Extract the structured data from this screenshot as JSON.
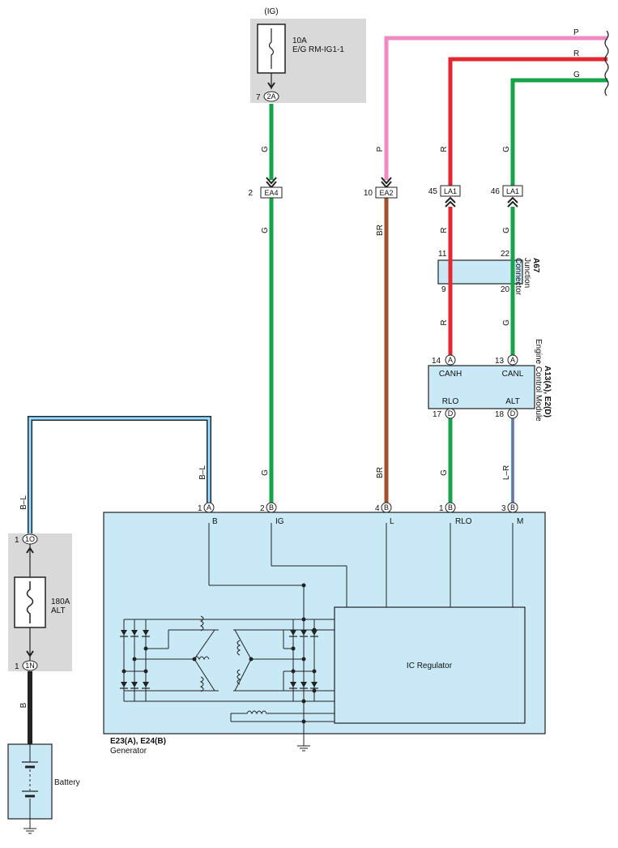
{
  "fuse_ig": {
    "group": "(IG)",
    "rating": "10A",
    "name": "E/G RM-IG1-1",
    "pin": "7",
    "connector": "2A"
  },
  "connectors": {
    "ea4": {
      "pin": "2",
      "code": "EA4"
    },
    "ea2": {
      "pin": "10",
      "code": "EA2"
    },
    "la1_r": {
      "pin": "45",
      "code": "LA1"
    },
    "la1_g": {
      "pin": "46",
      "code": "LA1"
    }
  },
  "wires": {
    "p": "P",
    "r": "R",
    "g": "G",
    "br": "BR",
    "bl": "B–L",
    "lr": "L–R",
    "b": "B"
  },
  "junction": {
    "code": "A67",
    "name1": "Junction",
    "name2": "Connector",
    "pins": [
      "11",
      "22",
      "9",
      "20"
    ]
  },
  "ecm": {
    "code": "A13(A), E2(D)",
    "name": "Engine Control Module",
    "canh": "CANH",
    "canl": "CANL",
    "rlo": "RLO",
    "alt": "ALT",
    "pin_canh": "14",
    "pin_canl": "13",
    "pin_rlo": "17",
    "pin_alt": "18",
    "c_a": "A",
    "c_d": "D"
  },
  "generator": {
    "code": "E23(A), E24(B)",
    "name": "Generator",
    "regulator": "IC Regulator",
    "terminals": [
      {
        "pin": "1",
        "conn": "A",
        "label": "B"
      },
      {
        "pin": "2",
        "conn": "B",
        "label": "IG"
      },
      {
        "pin": "4",
        "conn": "B",
        "label": "L"
      },
      {
        "pin": "1",
        "conn": "B",
        "label": "RLO"
      },
      {
        "pin": "3",
        "conn": "B",
        "label": "M"
      }
    ]
  },
  "fuse_alt": {
    "rating": "180A",
    "name": "ALT",
    "pin_top": "1",
    "conn_top": "1O",
    "pin_bot": "1",
    "conn_bot": "1N"
  },
  "battery": {
    "label": "Battery"
  },
  "colors": {
    "pink": "#f08ac4",
    "red": "#e32630",
    "green": "#16a34a",
    "brown": "#a0522d",
    "blue": "#3aa9e6",
    "box_fill": "#c9e9f7",
    "shade": "#d9d9d9"
  }
}
